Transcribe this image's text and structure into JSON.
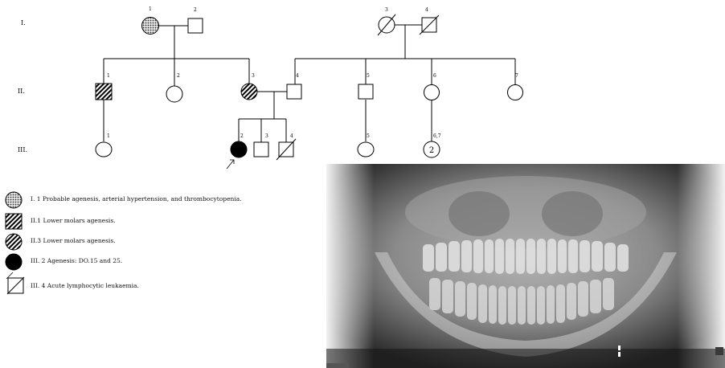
{
  "generations": [
    "I.",
    "II.",
    "III."
  ],
  "individuals": {
    "I1": "1",
    "I2": "2",
    "I3": "3",
    "I4": "4",
    "II1": "1",
    "II2": "2",
    "II3": "3",
    "II4": "4",
    "II5": "5",
    "II6": "6",
    "II7": "7",
    "III1": "1",
    "III2": "2",
    "III3": "3",
    "III4": "4",
    "III5": "5",
    "III67": "6,7",
    "III67_count": "2"
  },
  "legend": [
    {
      "symbol": "dotted-circle-icon",
      "text": "I. 1 Probable agenesis, arterial hypertension, and thrombocytopenia."
    },
    {
      "symbol": "hatched-square-icon",
      "text": "II.1 Lower molars agenesis."
    },
    {
      "symbol": "hatched-circle-icon",
      "text": "II.3 Lower molars agenesis."
    },
    {
      "symbol": "filled-circle-proband-icon",
      "text": "III. 2 Agenesis: DO.15 and 25."
    },
    {
      "symbol": "deceased-square-icon",
      "text": "III. 4 Acute lymphocytic leukaemia."
    }
  ]
}
